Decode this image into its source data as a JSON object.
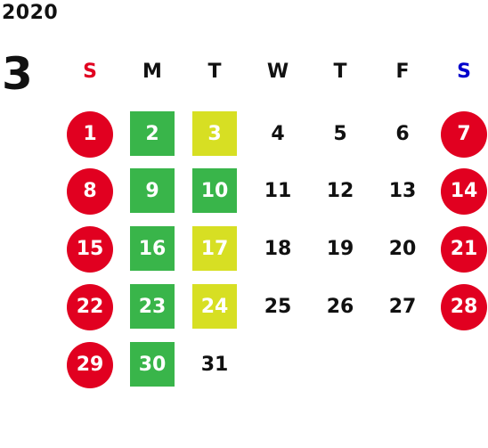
{
  "year": "2020",
  "month": "3",
  "weekdays": [
    {
      "label": "S",
      "color": "#e10020"
    },
    {
      "label": "M",
      "color": "#111111"
    },
    {
      "label": "T",
      "color": "#111111"
    },
    {
      "label": "W",
      "color": "#111111"
    },
    {
      "label": "T",
      "color": "#111111"
    },
    {
      "label": "F",
      "color": "#111111"
    },
    {
      "label": "S",
      "color": "#0000cc"
    }
  ],
  "colors": {
    "sunday_fill": "#e10020",
    "saturday_fill": "#e10020",
    "green_fill": "#39b54a",
    "yellow_fill": "#d7df23"
  },
  "days": [
    {
      "d": "1",
      "style": "sunday"
    },
    {
      "d": "2",
      "style": "green"
    },
    {
      "d": "3",
      "style": "yellow"
    },
    {
      "d": "4",
      "style": "plain"
    },
    {
      "d": "5",
      "style": "plain"
    },
    {
      "d": "6",
      "style": "plain"
    },
    {
      "d": "7",
      "style": "sunday"
    },
    {
      "d": "8",
      "style": "sunday"
    },
    {
      "d": "9",
      "style": "green"
    },
    {
      "d": "10",
      "style": "green"
    },
    {
      "d": "11",
      "style": "plain"
    },
    {
      "d": "12",
      "style": "plain"
    },
    {
      "d": "13",
      "style": "plain"
    },
    {
      "d": "14",
      "style": "sunday"
    },
    {
      "d": "15",
      "style": "sunday"
    },
    {
      "d": "16",
      "style": "green"
    },
    {
      "d": "17",
      "style": "yellow"
    },
    {
      "d": "18",
      "style": "plain"
    },
    {
      "d": "19",
      "style": "plain"
    },
    {
      "d": "20",
      "style": "plain"
    },
    {
      "d": "21",
      "style": "sunday"
    },
    {
      "d": "22",
      "style": "sunday"
    },
    {
      "d": "23",
      "style": "green"
    },
    {
      "d": "24",
      "style": "yellow"
    },
    {
      "d": "25",
      "style": "plain"
    },
    {
      "d": "26",
      "style": "plain"
    },
    {
      "d": "27",
      "style": "plain"
    },
    {
      "d": "28",
      "style": "sunday"
    },
    {
      "d": "29",
      "style": "sunday"
    },
    {
      "d": "30",
      "style": "green"
    },
    {
      "d": "31",
      "style": "plain"
    }
  ]
}
